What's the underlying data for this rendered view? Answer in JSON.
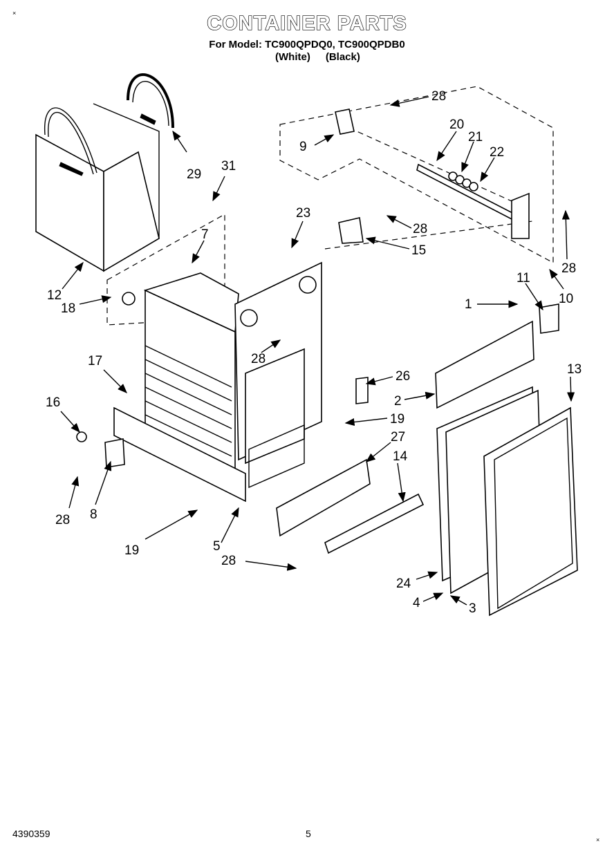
{
  "page": {
    "title": "CONTAINER PARTS",
    "subtitle": "For Model: TC900QPDQ0, TC900QPDB0",
    "color_white": "(White)",
    "color_black": "(Black)",
    "doc_number": "4390359",
    "page_number": "5"
  },
  "callouts": {
    "c1": "1",
    "c2": "2",
    "c3": "3",
    "c4": "4",
    "c5": "5",
    "c7": "7",
    "c8": "8",
    "c9": "9",
    "c10": "10",
    "c11": "11",
    "c12": "12",
    "c13": "13",
    "c14": "14",
    "c15": "15",
    "c16": "16",
    "c17": "17",
    "c18": "18",
    "c19a": "19",
    "c19b": "19",
    "c20": "20",
    "c21": "21",
    "c22": "22",
    "c23": "23",
    "c24": "24",
    "c26": "26",
    "c27": "27",
    "c28a": "28",
    "c28b": "28",
    "c28c": "28",
    "c28d": "28",
    "c28e": "28",
    "c28f": "28",
    "c29": "29",
    "c31": "31"
  }
}
